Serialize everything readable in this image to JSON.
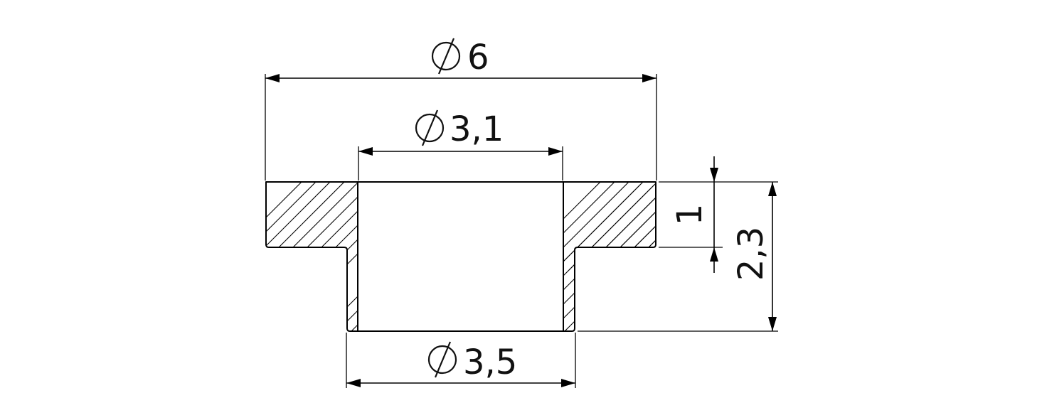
{
  "drawing": {
    "dimensions": {
      "flange_diameter": {
        "symbol": "⌀",
        "value": "6"
      },
      "bore_diameter": {
        "symbol": "⌀",
        "value": "3,1"
      },
      "sleeve_outer_diameter": {
        "symbol": "⌀",
        "value": "3,5"
      },
      "flange_thickness": {
        "value": "1"
      },
      "total_height": {
        "value": "2,3"
      }
    },
    "colors": {
      "line": "#000000",
      "background": "#ffffff"
    }
  }
}
